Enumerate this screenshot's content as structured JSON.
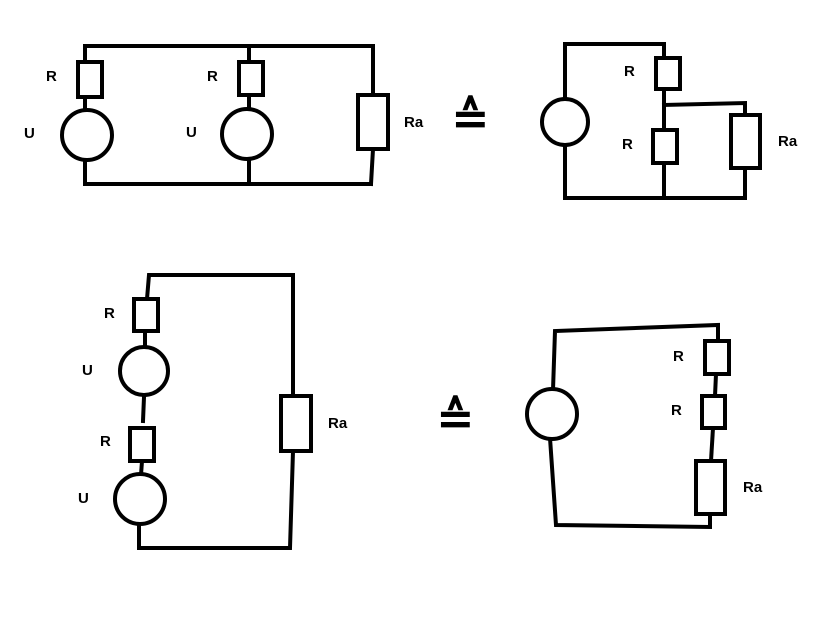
{
  "labels": {
    "resistor": "R",
    "source": "U",
    "load": "Ra",
    "equivalence": "≙"
  },
  "colors": {
    "ink": "#000000",
    "background": "#ffffff"
  }
}
